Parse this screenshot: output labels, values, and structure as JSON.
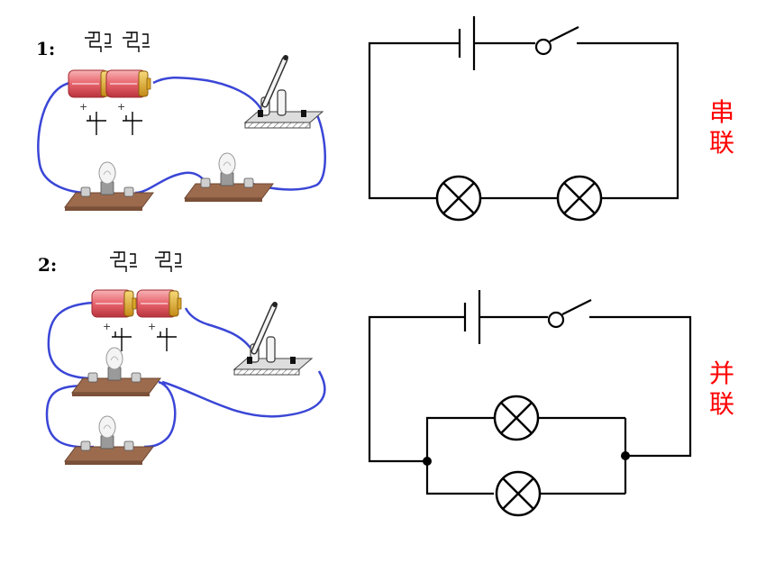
{
  "rows": [
    {
      "number": "1:",
      "label_lines": [
        "串",
        "联"
      ]
    },
    {
      "number": "2:",
      "label_lines": [
        "并",
        "联"
      ]
    }
  ],
  "colors": {
    "wire": "#3a46d6",
    "label": "#ff0000",
    "board": "#9c6b4e",
    "battery": "#e8636b"
  }
}
